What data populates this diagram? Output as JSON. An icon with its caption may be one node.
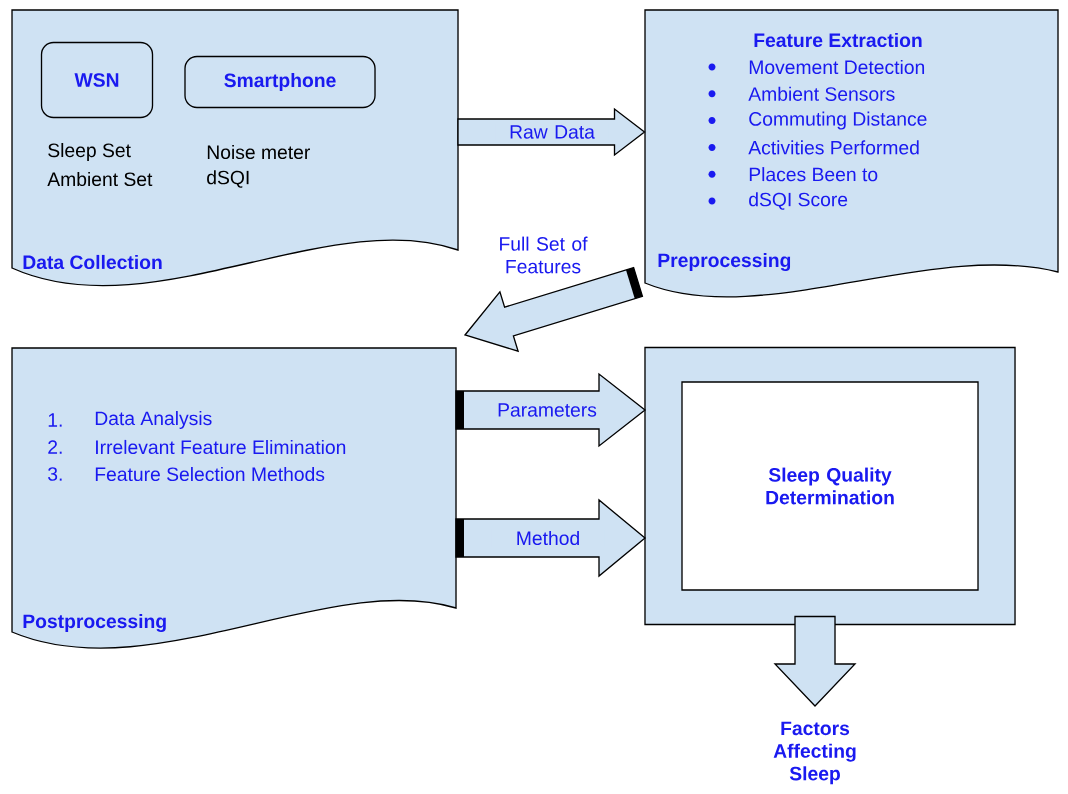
{
  "diagram": {
    "nodes": [
      {
        "text": [
          "Data Collection"
        ]
      },
      {
        "text": [
          "WSN"
        ],
        "in": 0,
        "beside": [
          "Sleep Set",
          "Ambient Set"
        ]
      },
      {
        "text": [
          "Smartphone"
        ],
        "in": 0,
        "beside": [
          "Noise meter",
          "dSQI"
        ]
      },
      {
        "text": [
          "Feature Extraction",
          "Movement Detection",
          "Ambient Sensors",
          "Commuting Distance",
          "Activities Performed",
          "Places Been to",
          "dSQI Score",
          "Preprocessing"
        ]
      },
      {
        "text": [
          "1.",
          "Data Analysis",
          "2.",
          "Irrelevant Feature Elimination",
          "3.",
          "Feature Selection Methods",
          "Postprocessing"
        ]
      },
      {
        "text": [],
        "shape": "box"
      },
      {
        "text": [
          "Sleep Quality Determination"
        ],
        "in": 5
      },
      {
        "text": [
          "Factors Affecting Sleep"
        ]
      }
    ],
    "edges": [
      {
        "from": 0,
        "to": 3,
        "arrow": "to",
        "label": "Raw Data"
      },
      {
        "from": 3,
        "to": 4,
        "arrow": "to",
        "label": "Full Set of Features"
      },
      {
        "from": 4,
        "to": 5,
        "arrow": "to",
        "label": "Parameters"
      },
      {
        "from": 4,
        "to": 5,
        "arrow": "to",
        "label": "Method"
      },
      {
        "from": 5,
        "to": 7,
        "arrow": "to"
      }
    ]
  }
}
